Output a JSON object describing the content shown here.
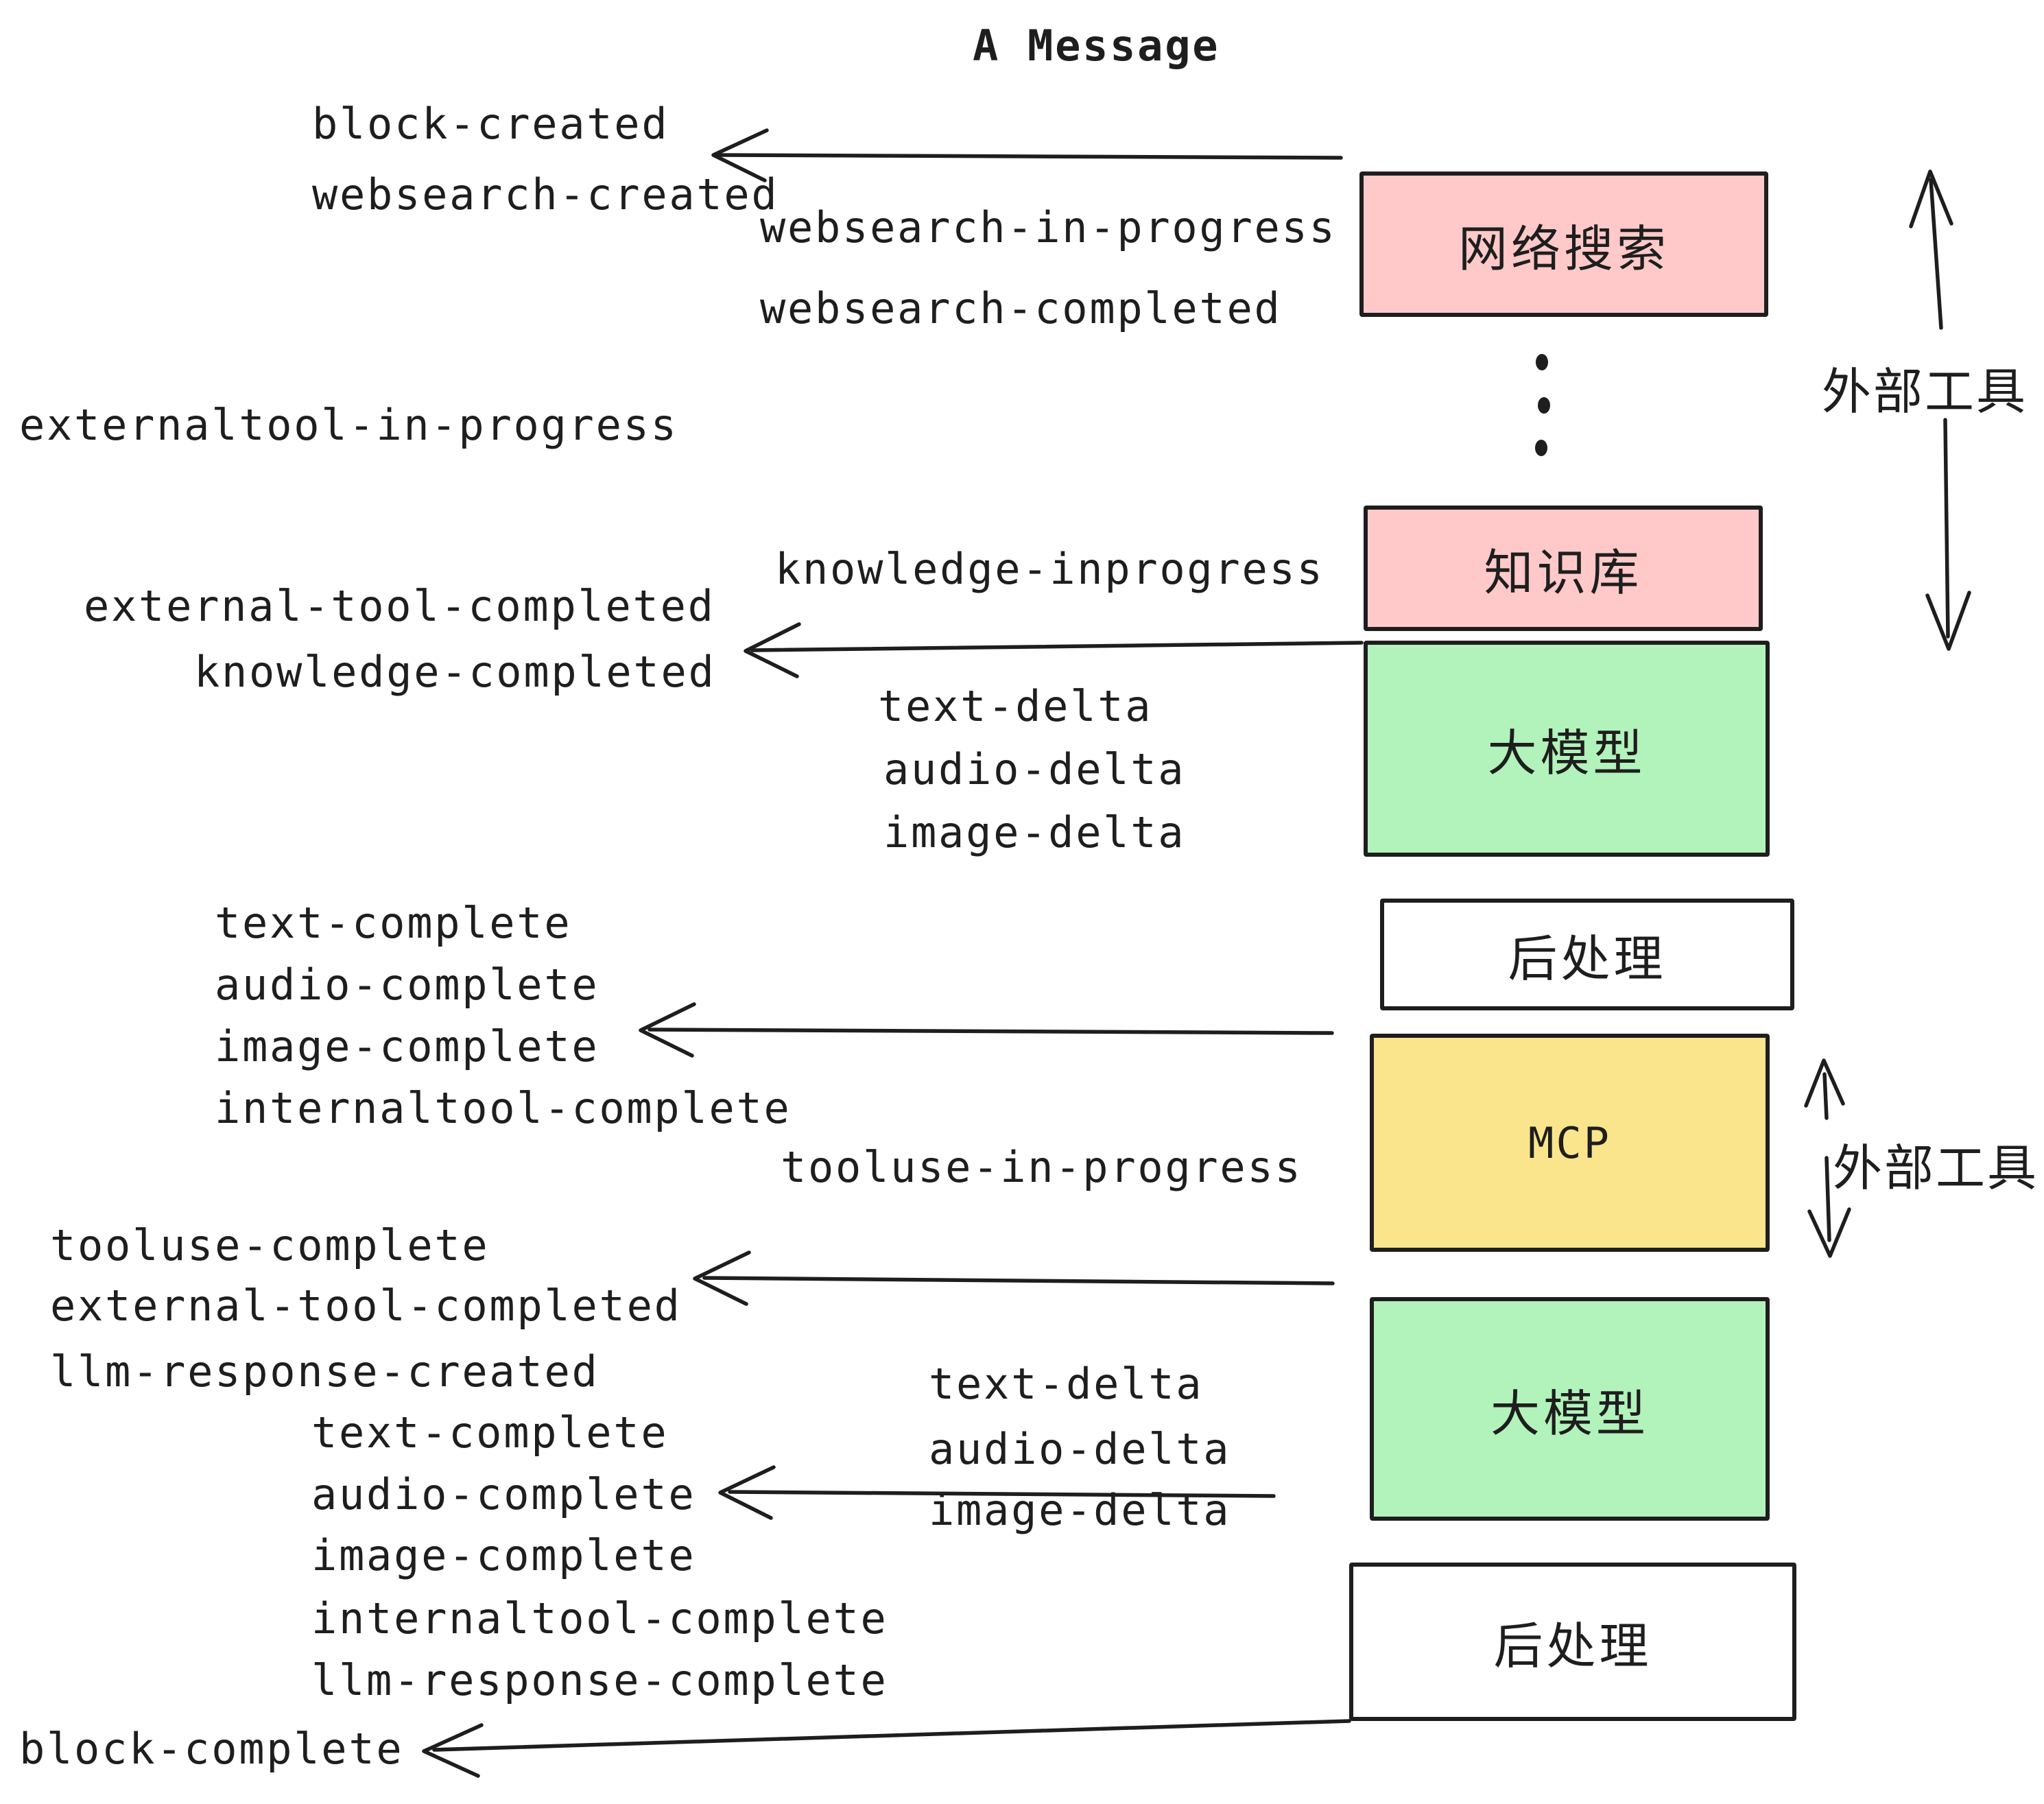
{
  "title": "A Message",
  "colors": {
    "pink": "#ffc9c9",
    "green": "#b2f2bb",
    "yellow": "#fae58c",
    "white": "#ffffff",
    "stroke": "#1e1e1e",
    "background": "#ffffff"
  },
  "boxes": {
    "websearch": "网络搜索",
    "knowledge": "知识库",
    "llm_1": "大模型",
    "postprocess_1": "后处理",
    "mcp": "MCP",
    "llm_2": "大模型",
    "postprocess_2": "后处理"
  },
  "side_labels": {
    "external_tools_top": "外部工具",
    "external_tools_bottom": "外部工具"
  },
  "icons": {
    "vertical_ellipsis": "vertical-dots"
  },
  "events": {
    "block_created": "block-created",
    "websearch_created": "websearch-created",
    "websearch_in_progress": "websearch-in-progress",
    "websearch_completed": "websearch-completed",
    "externaltool_in_progress": "externaltool-in-progress",
    "knowledge_inprogress": "knowledge-inprogress",
    "external_tool_completed_1": "external-tool-completed",
    "knowledge_completed": "knowledge-completed",
    "text_delta_1": "text-delta",
    "audio_delta_1": "audio-delta",
    "image_delta_1": "image-delta",
    "text_complete_1": "text-complete",
    "audio_complete_1": "audio-complete",
    "image_complete_1": "image-complete",
    "internaltool_complete_1": "internaltool-complete",
    "tooluse_in_progress": "tooluse-in-progress",
    "tooluse_complete": "tooluse-complete",
    "external_tool_completed_2": "external-tool-completed",
    "llm_response_created": "llm-response-created",
    "text_delta_2": "text-delta",
    "audio_delta_2": "audio-delta",
    "image_delta_2": "image-delta",
    "text_complete_2": "text-complete",
    "audio_complete_2": "audio-complete",
    "image_complete_2": "image-complete",
    "internaltool_complete_2": "internaltool-complete",
    "llm_response_complete": "llm-response-complete",
    "block_complete": "block-complete"
  }
}
